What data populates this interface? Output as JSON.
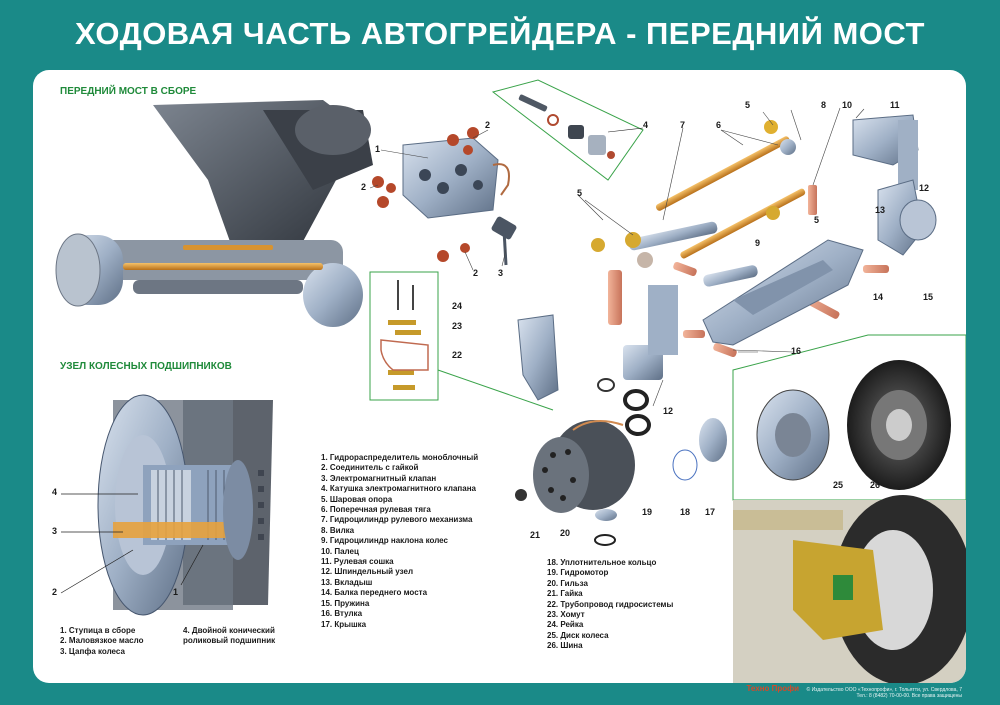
{
  "header": {
    "title": "ХОДОВАЯ ЧАСТЬ АВТОГРЕЙДЕРА - ПЕРЕДНИЙ МОСТ"
  },
  "sections": {
    "front_axle": "ПЕРЕДНИЙ МОСТ В СБОРЕ",
    "bearing_unit": "УЗЕЛ КОЛЕСНЫХ ПОДШИПНИКОВ"
  },
  "legend_main_left": [
    "1. Гидрораспределитель моноблочный",
    "2. Соединитель с гайкой",
    "3. Электромагнитный клапан",
    "4. Катушка электромагнитного клапана",
    "5. Шаровая опора",
    "6. Поперечная рулевая тяга",
    "7. Гидроцилиндр рулевого механизма",
    "8. Вилка",
    "9. Гидроцилиндр наклона колес",
    "10. Палец",
    "11. Рулевая сошка",
    "12. Шпиндельный узел",
    "13. Вкладыш",
    "14. Балка переднего моста",
    "15. Пружина",
    "16. Втулка",
    "17. Крышка"
  ],
  "legend_main_right": [
    "18. Уплотнительное кольцо",
    "19. Гидромотор",
    "20. Гильза",
    "21. Гайка",
    "22. Трубопровод гидросистемы",
    "23. Хомут",
    "24. Рейка",
    "25. Диск колеса",
    "26. Шина"
  ],
  "legend_bearing_left": [
    "1. Ступица в сборе",
    "2. Маловязкое масло",
    "3. Цапфа колеса"
  ],
  "legend_bearing_right": [
    "4. Двойной конический",
    "роликовый подшипник"
  ],
  "callouts": [
    "1",
    "2",
    "2",
    "2",
    "3",
    "4",
    "5",
    "5",
    "5",
    "6",
    "7",
    "8",
    "9",
    "10",
    "11",
    "12",
    "12",
    "13",
    "14",
    "15",
    "16",
    "17",
    "18",
    "19",
    "20",
    "21",
    "22",
    "23",
    "24",
    "25",
    "26",
    "4",
    "3",
    "2",
    "1"
  ],
  "footer": {
    "brand": "Техно Профи",
    "line1": "© Издательство ООО «Технопрофи», г. Тольятти, ул. Свердлова, 7",
    "line2": "Тел.: 8 (8482) 70-00-00. Все права защищены"
  },
  "colors": {
    "background": "#1a8a88",
    "panel": "#ffffff",
    "section_title": "#1f8a3a",
    "steel": "#9fb0c6",
    "bronze": "#c0772a",
    "copper": "#d98a6a",
    "orange_rod": "#e59a2a",
    "frame_green": "#2e9a4a"
  }
}
